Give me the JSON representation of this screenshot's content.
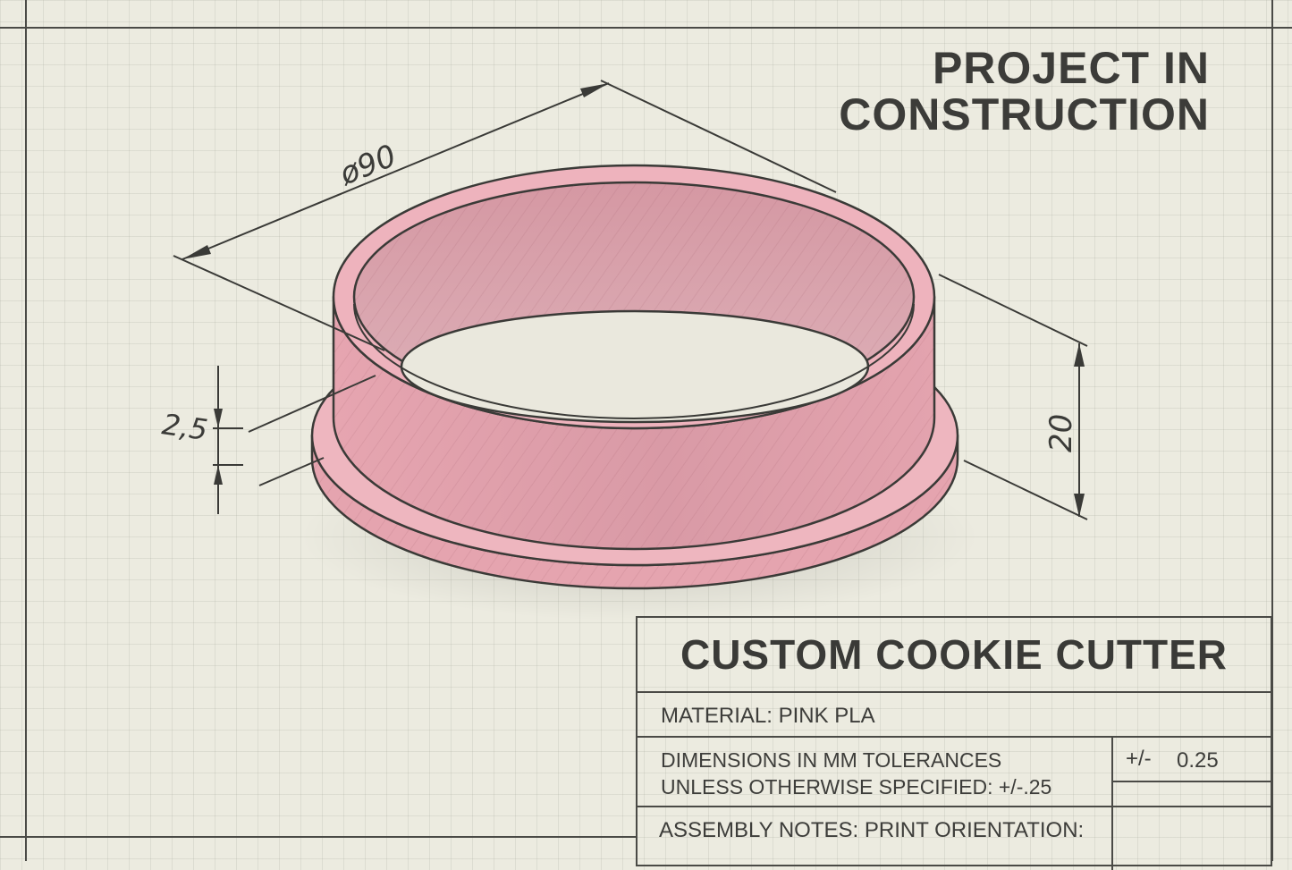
{
  "header": {
    "title": "PROJECT IN\nCONSTRUCTION"
  },
  "dimensions": {
    "diameter": "ø90",
    "height": "20",
    "lip": "2,5"
  },
  "title_block": {
    "name": "CUSTOM COOKIE CUTTER",
    "material": "MATERIAL: PINK PLA",
    "units_line1": "DIMENSIONS IN MM   TOLERANCES",
    "units_line2": "UNLESS OTHERWISE SPECIFIED: +/-.25",
    "tolerance_symbol": "+/-",
    "tolerance_value": "0.25",
    "notes": "ASSEMBLY NOTES:  PRINT ORIENTATION:"
  },
  "colors": {
    "paper": "#ecebe0",
    "line": "#3a3a37",
    "part_pink": "#e8a7b1"
  }
}
